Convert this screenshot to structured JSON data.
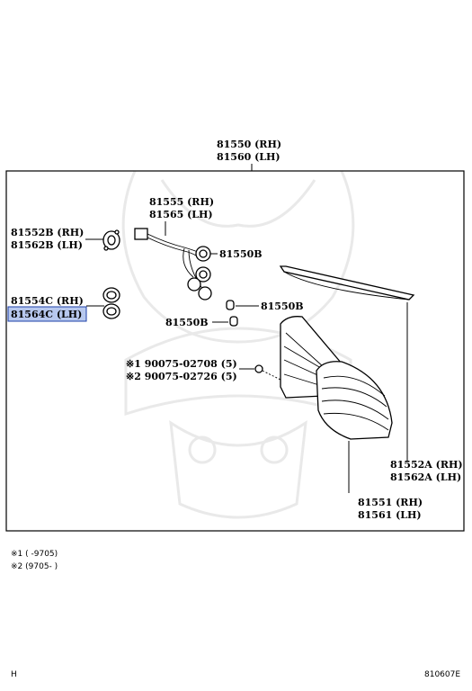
{
  "diagram": {
    "labels": {
      "top_rh": "81550 (RH)",
      "top_lh": "81560 (LH)",
      "harness_rh": "81555 (RH)",
      "harness_lh": "81565 (LH)",
      "socket_rh": "81552B (RH)",
      "socket_lh": "81562B (LH)",
      "bulb_a": "81550B",
      "gasket_rh": "81554C (RH)",
      "gasket_lh": "81564C (LH)",
      "bulb_b": "81550B",
      "bulb_c": "81550B",
      "screw_1": "※1 90075-02708 (5)",
      "screw_2": "※2 90075-02726 (5)",
      "lens_rh": "81552A (RH)",
      "lens_lh": "81562A (LH)",
      "body_rh": "81551 (RH)",
      "body_lh": "81561 (LH)"
    },
    "highlight_color": "#b7c8ee"
  },
  "footnotes": {
    "note_1": "※1 (      -9705)",
    "note_2": "※2 (9705-      )"
  },
  "footer": {
    "left": "H",
    "right": "810607E"
  }
}
